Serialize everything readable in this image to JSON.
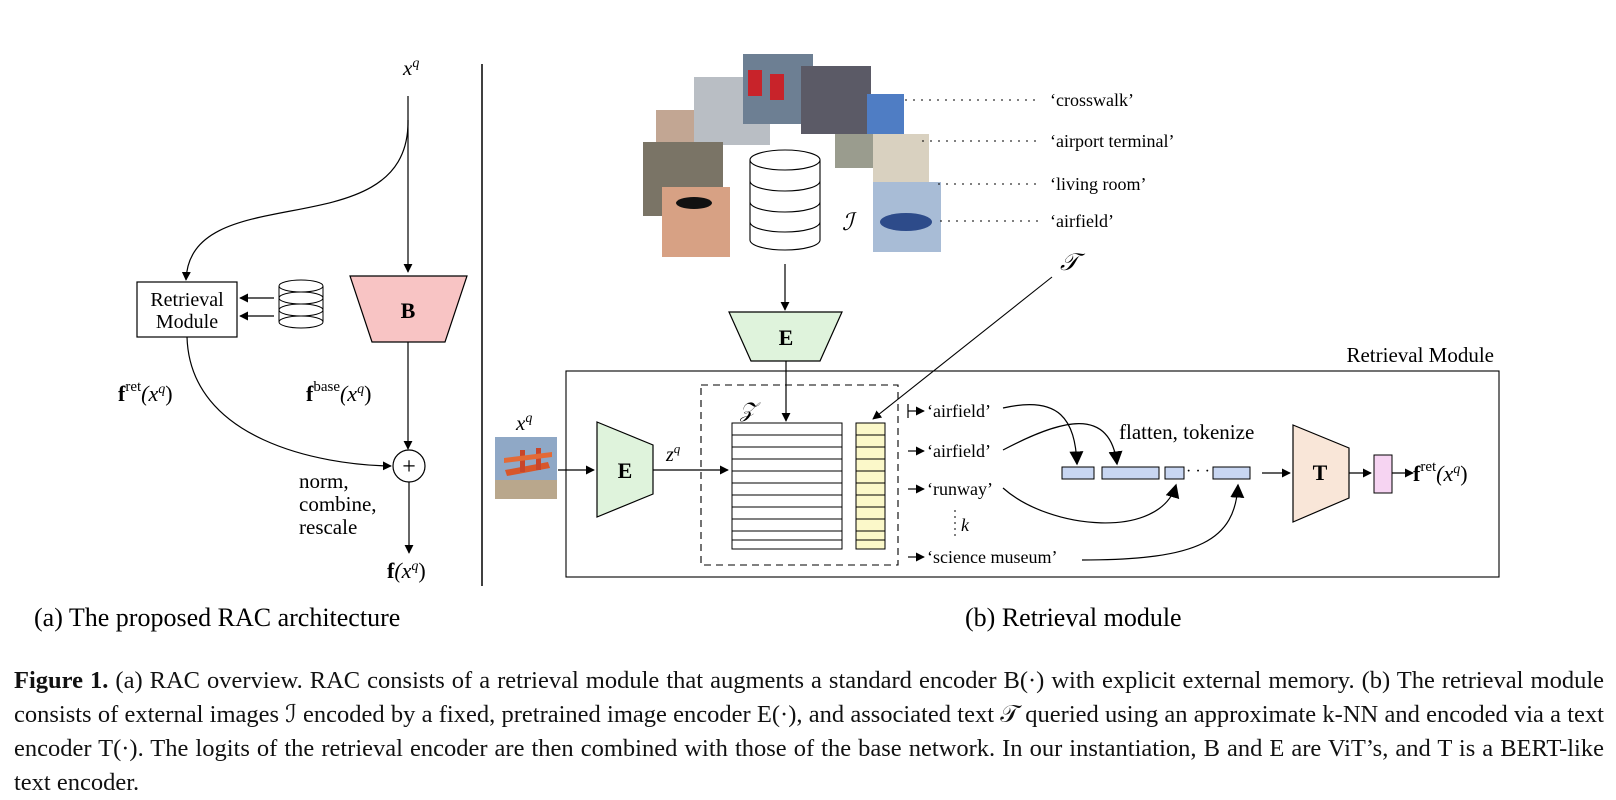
{
  "panel_a": {
    "input": "x",
    "input_sup": "q",
    "retrieval_module": [
      "Retrieval",
      "Module"
    ],
    "base_encoder": "B",
    "f_ret_label": "f",
    "f_ret_sup": "ret",
    "f_ret_arg": "(x",
    "f_ret_arg_sup": "q",
    "f_ret_close": ")",
    "f_base_label": "f",
    "f_base_sup": "base",
    "f_base_arg": "(x",
    "f_base_arg_sup": "q",
    "f_base_close": ")",
    "combine_symbol": "+",
    "combine_text": [
      "norm,",
      "combine,",
      "rescale"
    ],
    "output_label": "f",
    "output_arg": "(x",
    "output_arg_sup": "q",
    "output_close": ")",
    "sublabel": "(a) The proposed RAC architecture"
  },
  "panel_b": {
    "image_set_symbol": "ℐ",
    "text_set_symbol": "𝒯",
    "image_captions": [
      "‘crosswalk’",
      "‘airport terminal’",
      "‘living room’",
      "‘airfield’"
    ],
    "image_encoder_top": "E",
    "image_encoder_left": "E",
    "module_title": "Retrieval Module",
    "query_input": "x",
    "query_input_sup": "q",
    "embedding": "z",
    "embedding_sup": "q",
    "memory_symbol": "𝒵",
    "retrieved_texts": [
      "‘airfield’",
      "‘airfield’",
      "‘runway’",
      "‘science museum’"
    ],
    "k_label": "k",
    "flatten_label": "flatten, tokenize",
    "text_encoder": "T",
    "output_label": "f",
    "output_sup": "ret",
    "output_arg": "(x",
    "output_arg_sup": "q",
    "output_close": ")",
    "sublabel": "(b) Retrieval module"
  },
  "caption": {
    "label": "Figure 1.",
    "text": "(a) RAC overview. RAC consists of a retrieval module that augments a standard encoder B(·) with explicit external memory. (b) The retrieval module consists of external images ℐ encoded by a fixed, pretrained image encoder E(·), and associated text 𝒯 queried using an approximate k-NN and encoded via a text encoder T(·). The logits of the retrieval encoder are then combined with those of the base network. In our instantiation, B and E are ViT’s, and T is a BERT-like text encoder."
  },
  "colors": {
    "base_encoder_fill": "#f8c4c4",
    "image_encoder_fill": "#dff3dc",
    "text_encoder_fill": "#f9e6d8",
    "memory_text_fill": "#fbf8c9",
    "token_fill": "#c8d6f2",
    "output_token_fill": "#f6d4f2"
  }
}
